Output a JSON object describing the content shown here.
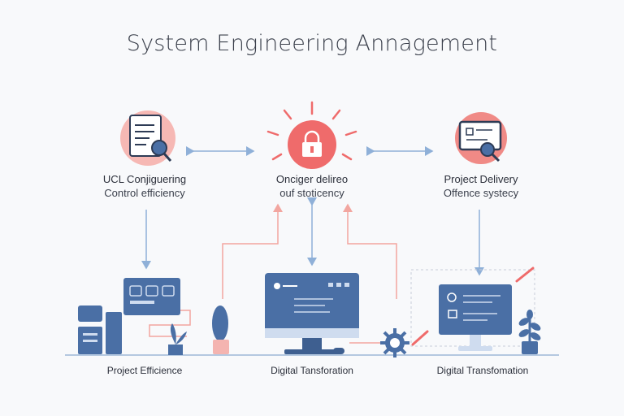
{
  "title": "System Engineering Annagement",
  "nodes": [
    {
      "line1": "UCL Conjiguering",
      "line2": "Control efficiency"
    },
    {
      "line1": "Onciger delireo",
      "line2": "ouf stoticency"
    },
    {
      "line1": "Project Delivery",
      "line2": "Offence systecy"
    }
  ],
  "bottom_labels": [
    "Project Efficience",
    "Digital Tansforation",
    "Digital Transfomation"
  ],
  "colors": {
    "accent_red": "#ef6b6b",
    "accent_blue": "#4a6fa5",
    "arrow_blue": "#8fb0d8",
    "arrow_red": "#f2a6a0",
    "navy": "#2d4a7a"
  },
  "icons": [
    "document-search-icon",
    "padlock-icon",
    "presentation-search-icon",
    "desktop-monitor-icon",
    "gear-icon",
    "plant-icon"
  ]
}
